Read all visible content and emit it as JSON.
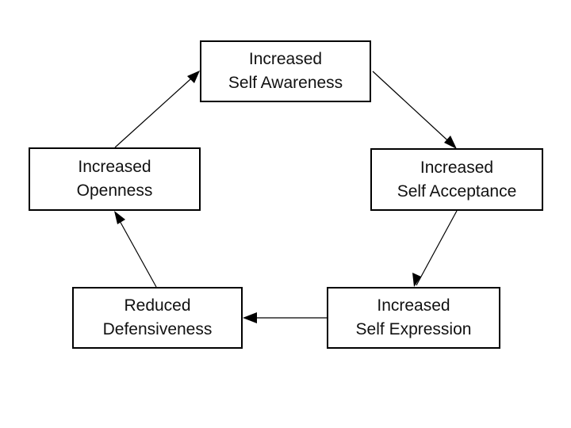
{
  "diagram": {
    "nodes": [
      {
        "id": "awareness",
        "line1": "Increased",
        "line2": "Self Awareness"
      },
      {
        "id": "acceptance",
        "line1": "Increased",
        "line2": "Self Acceptance"
      },
      {
        "id": "expression",
        "line1": "Increased",
        "line2": "Self Expression"
      },
      {
        "id": "defense",
        "line1": "Reduced",
        "line2": "Defensiveness"
      },
      {
        "id": "openness",
        "line1": "Increased",
        "line2": "Openness"
      }
    ],
    "edges": [
      {
        "from": "awareness",
        "to": "acceptance"
      },
      {
        "from": "acceptance",
        "to": "expression"
      },
      {
        "from": "expression",
        "to": "defense"
      },
      {
        "from": "defense",
        "to": "openness"
      },
      {
        "from": "openness",
        "to": "awareness"
      }
    ],
    "colors": {
      "line": "#000000",
      "box_border": "#000000",
      "text": "#111111",
      "background": "#ffffff"
    }
  }
}
